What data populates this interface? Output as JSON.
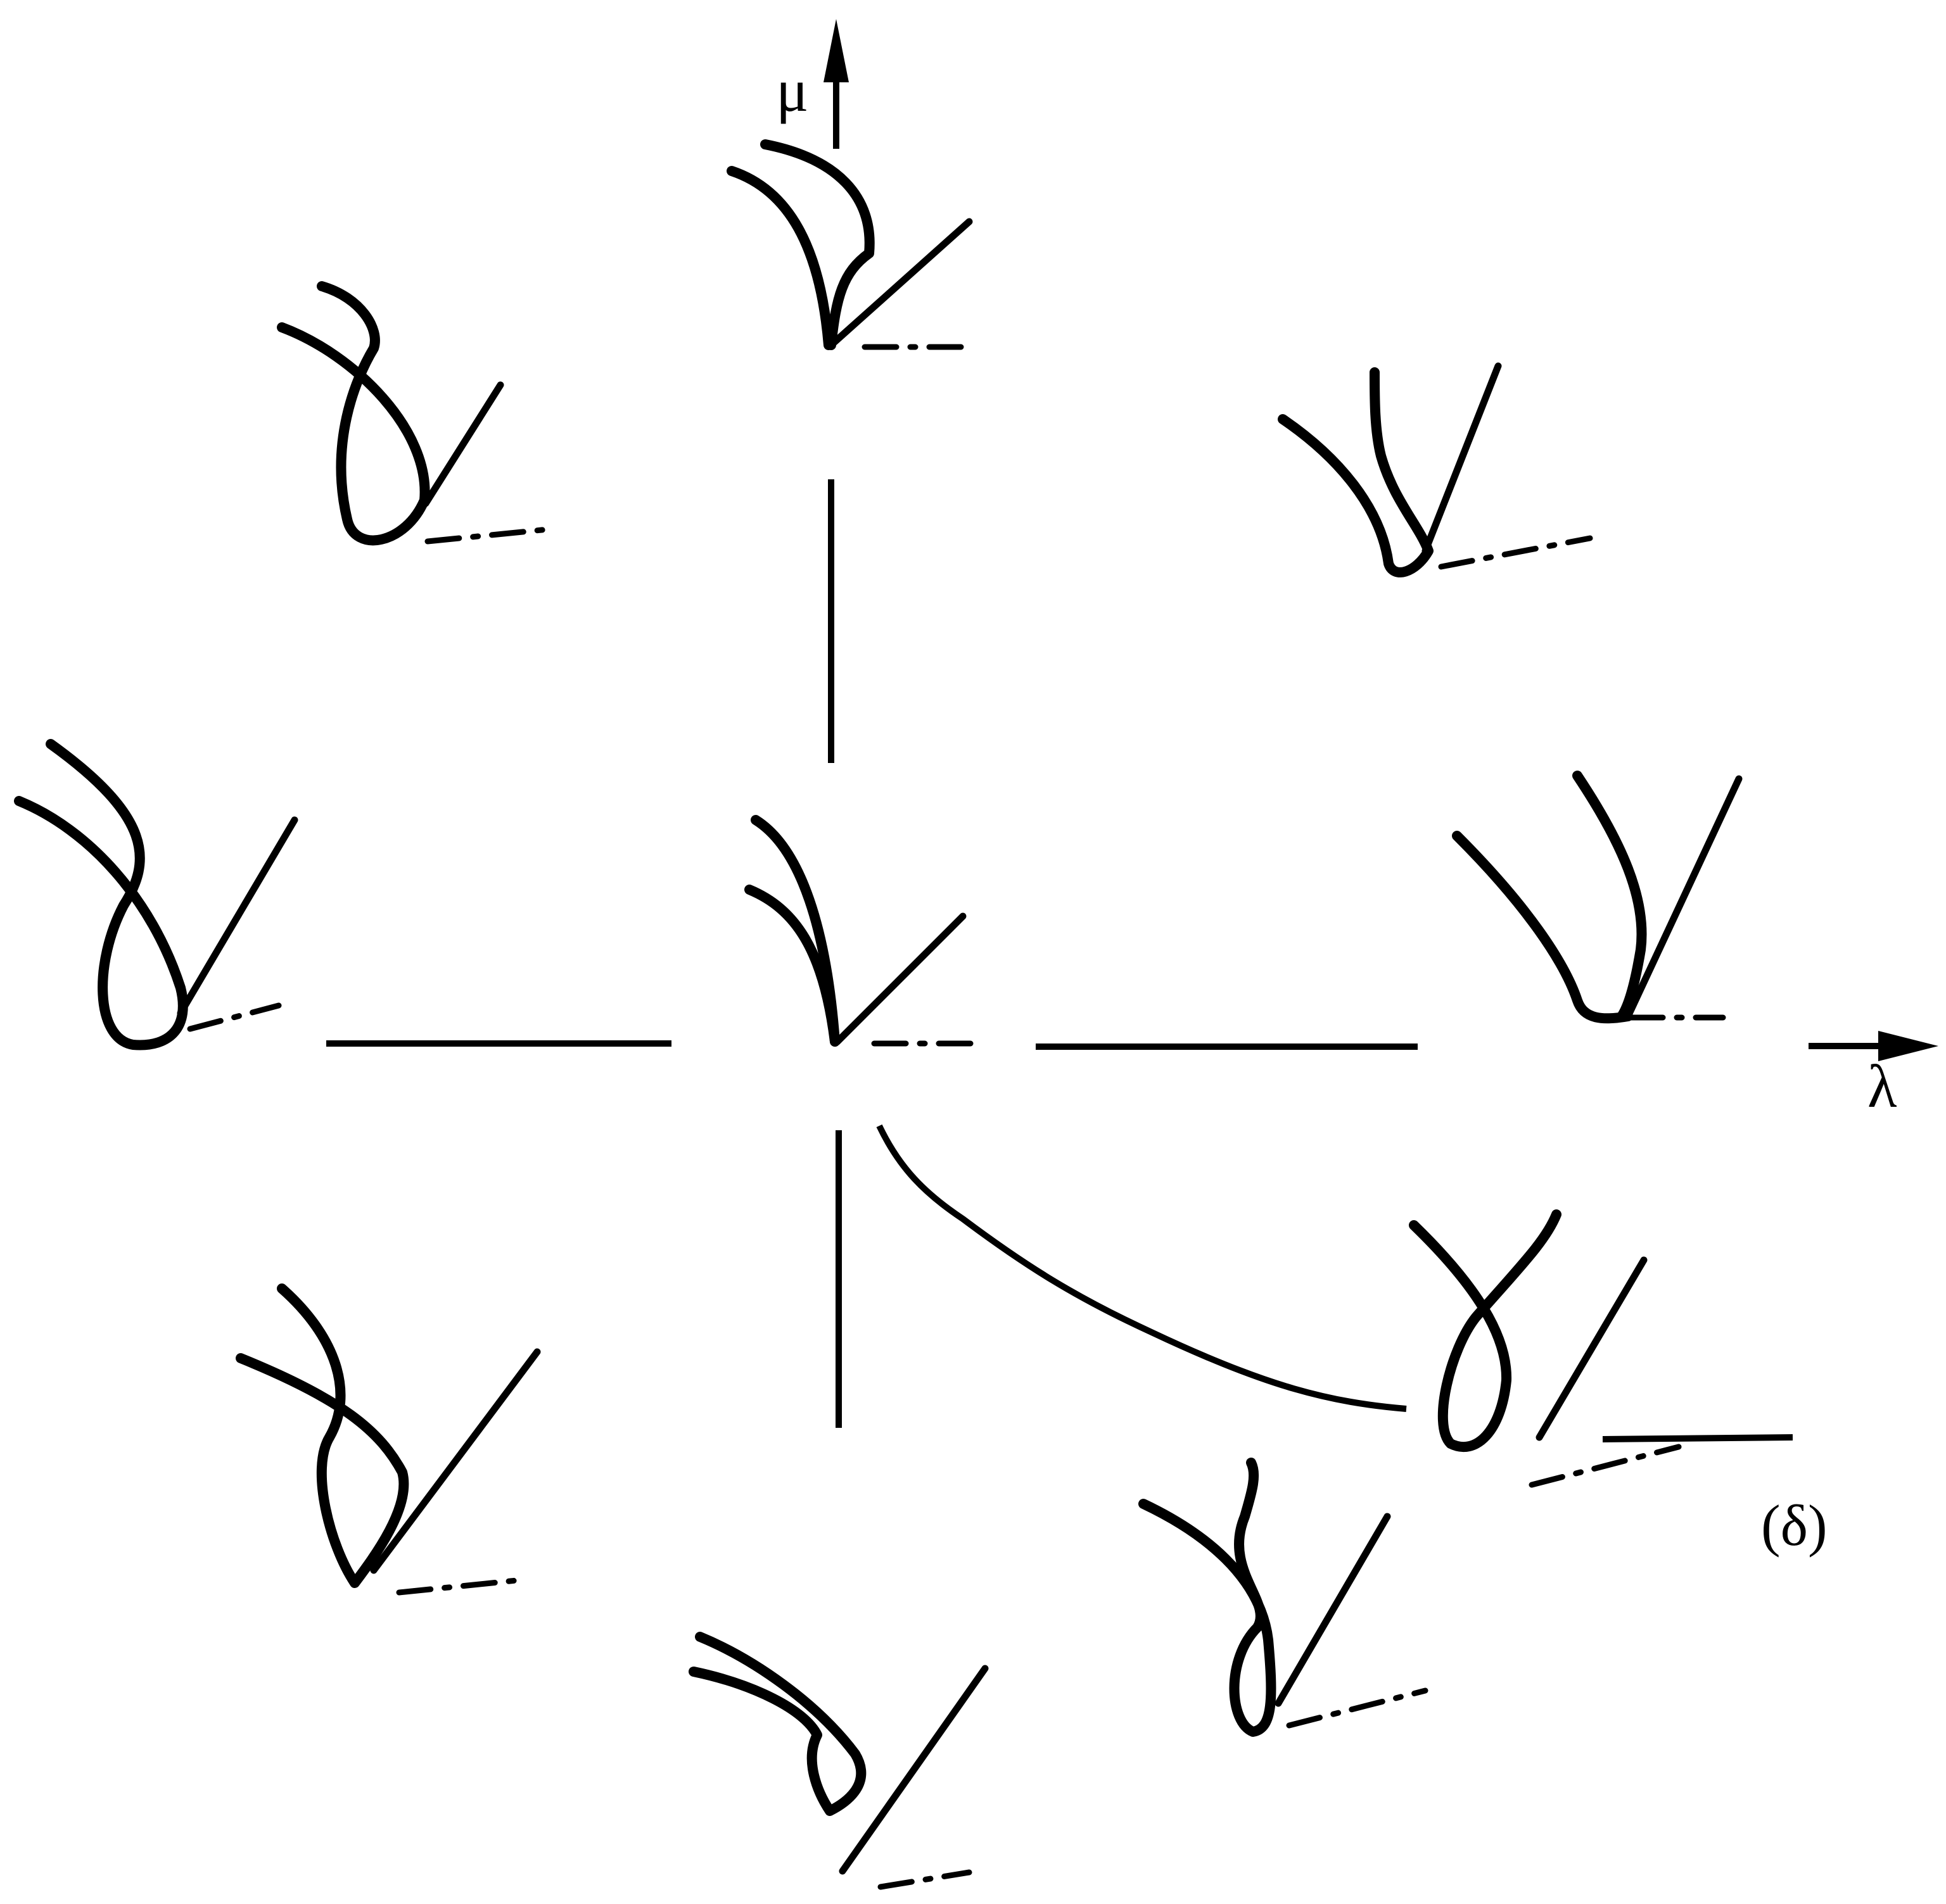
{
  "axes": {
    "horizontal_label": "λ",
    "vertical_label": "μ"
  },
  "annotation": {
    "delta_label": "(δ)"
  },
  "colors": {
    "ink": "#000000",
    "background": "#ffffff"
  }
}
